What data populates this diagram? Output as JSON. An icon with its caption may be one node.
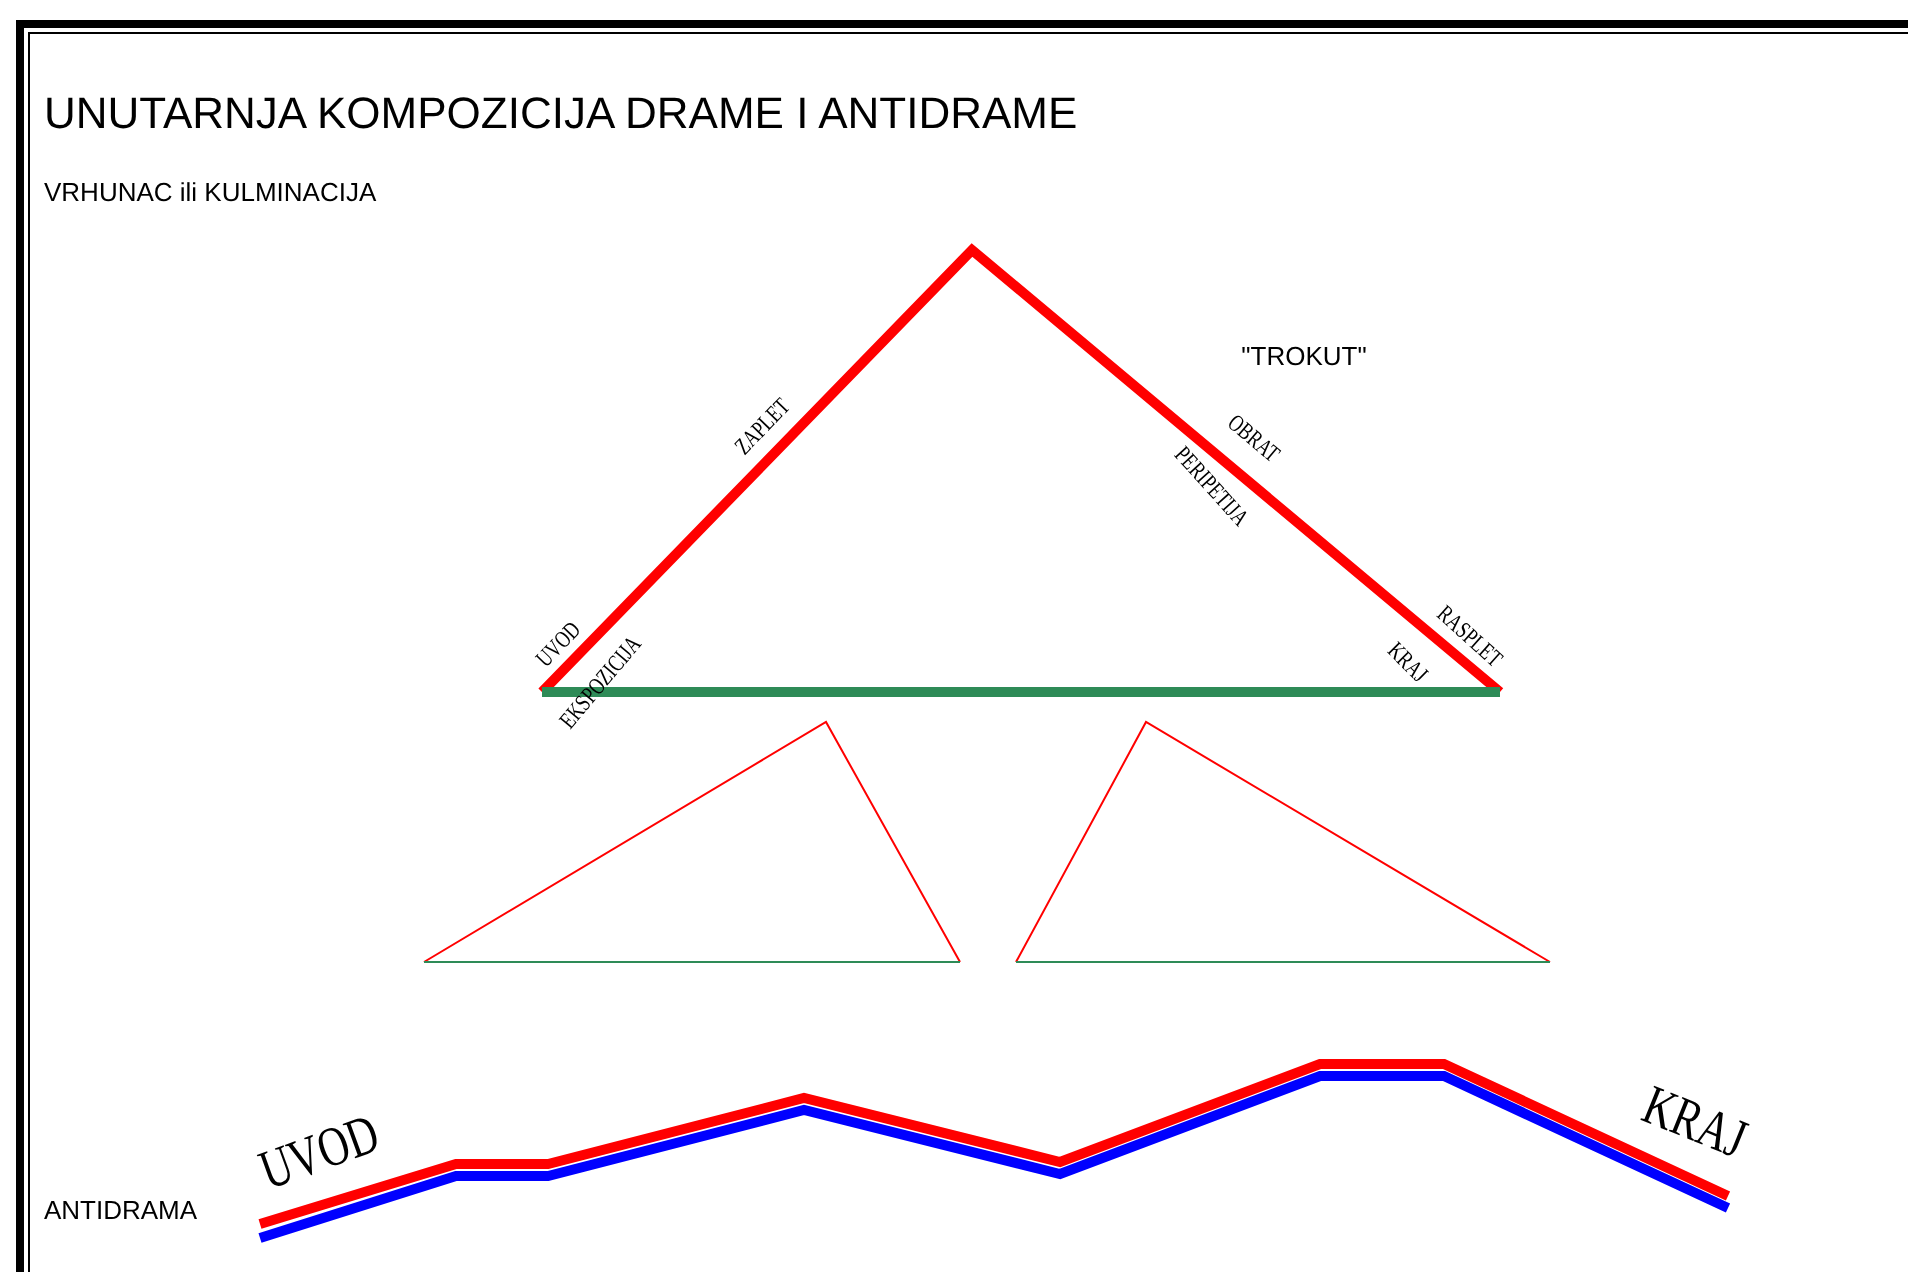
{
  "diagram": {
    "title": "UNUTARNJA KOMPOZICIJA DRAME I ANTIDRAME",
    "labels": [
      "VRHUNAC ili KULMINACIJA",
      "\"TROKUT\"",
      "ZAPLET",
      "OBRAT",
      "PERIPETIJA",
      "UVOD",
      "EKSPOZICIJA",
      "RASPLET",
      "KRAJ",
      "UVOD",
      "KRAJ",
      "ANTIDRAMA"
    ]
  }
}
